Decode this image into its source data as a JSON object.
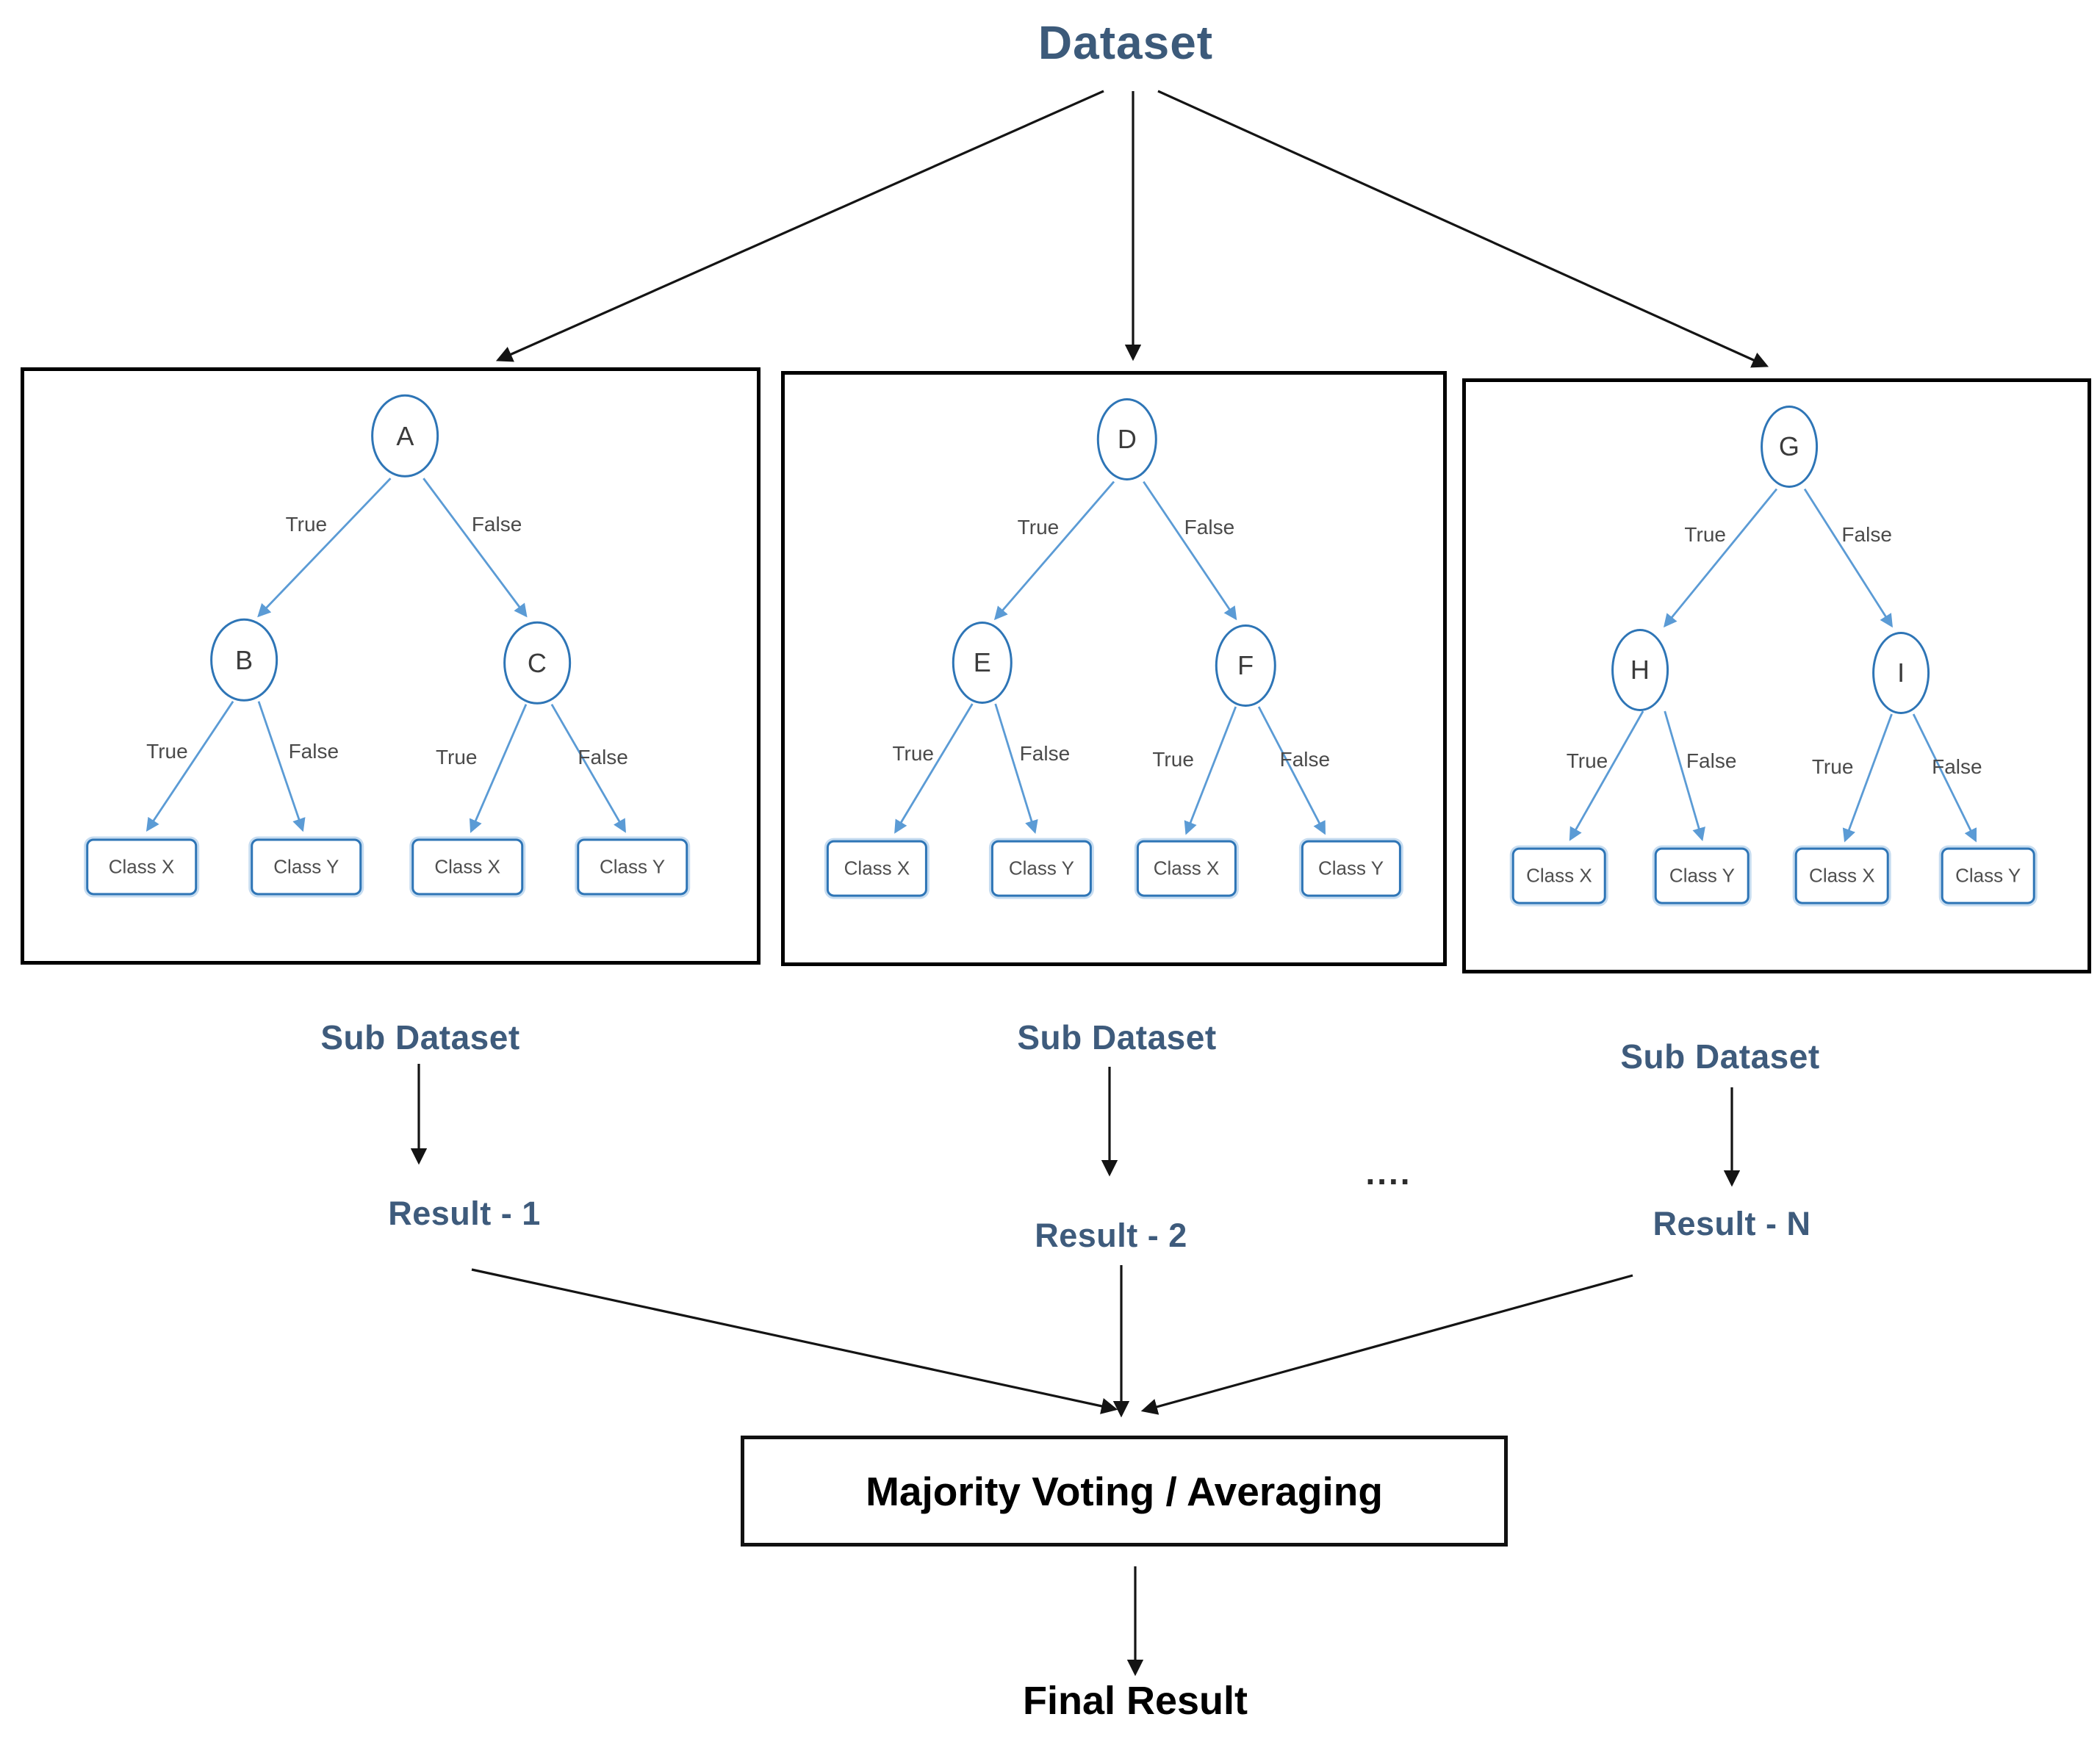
{
  "title": "Dataset",
  "trees": [
    {
      "root": "A",
      "left_child": "B",
      "right_child": "C",
      "branch_true": "True",
      "branch_false": "False",
      "leaves": [
        "Class X",
        "Class Y",
        "Class X",
        "Class Y"
      ]
    },
    {
      "root": "D",
      "left_child": "E",
      "right_child": "F",
      "branch_true": "True",
      "branch_false": "False",
      "leaves": [
        "Class X",
        "Class Y",
        "Class X",
        "Class Y"
      ]
    },
    {
      "root": "G",
      "left_child": "H",
      "right_child": "I",
      "branch_true": "True",
      "branch_false": "False",
      "leaves": [
        "Class X",
        "Class Y",
        "Class X",
        "Class Y"
      ]
    }
  ],
  "sub_datasets": [
    {
      "label": "Sub Dataset",
      "result": "Result - 1"
    },
    {
      "label": "Sub Dataset",
      "result": "Result - 2"
    },
    {
      "label": "Sub Dataset",
      "result": "Result - N"
    }
  ],
  "ellipsis": "....",
  "voting_box_label": "Majority Voting / Averaging",
  "final_result_label": "Final Result",
  "colors": {
    "heading_blue": "#3E5B7C",
    "tree_edge_blue": "#5B9BD5",
    "node_border_blue": "#2E75B6",
    "arrow_black": "#141414"
  }
}
